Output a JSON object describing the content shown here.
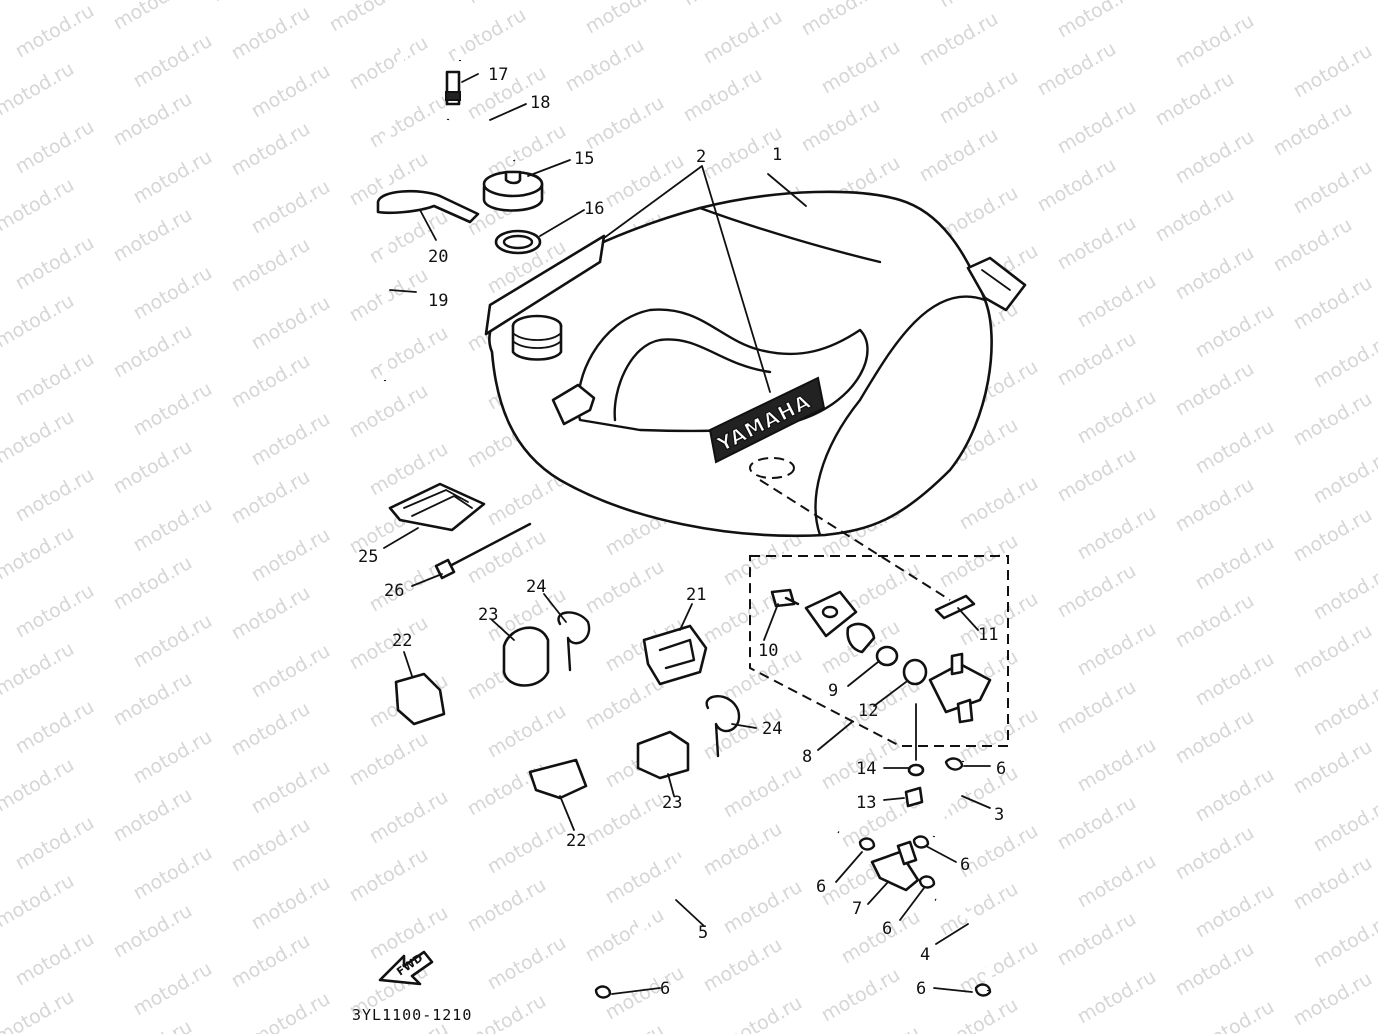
{
  "diagram": {
    "drawing_code": "3YL1100-1210",
    "watermark": "motod.ru",
    "brand_label": "YAMAHA",
    "fwd_label": "FWD",
    "callouts": [
      {
        "id": "c1",
        "label": "1"
      },
      {
        "id": "c2",
        "label": "2"
      },
      {
        "id": "c3",
        "label": "3"
      },
      {
        "id": "c4",
        "label": "4"
      },
      {
        "id": "c5",
        "label": "5"
      },
      {
        "id": "c6a",
        "label": "6"
      },
      {
        "id": "c6b",
        "label": "6"
      },
      {
        "id": "c6c",
        "label": "6"
      },
      {
        "id": "c6d",
        "label": "6"
      },
      {
        "id": "c6e",
        "label": "6"
      },
      {
        "id": "c6f",
        "label": "6"
      },
      {
        "id": "c7",
        "label": "7"
      },
      {
        "id": "c8",
        "label": "8"
      },
      {
        "id": "c9",
        "label": "9"
      },
      {
        "id": "c10",
        "label": "10"
      },
      {
        "id": "c11",
        "label": "11"
      },
      {
        "id": "c12",
        "label": "12"
      },
      {
        "id": "c13",
        "label": "13"
      },
      {
        "id": "c14",
        "label": "14"
      },
      {
        "id": "c15",
        "label": "15"
      },
      {
        "id": "c16",
        "label": "16"
      },
      {
        "id": "c17",
        "label": "17"
      },
      {
        "id": "c18",
        "label": "18"
      },
      {
        "id": "c19",
        "label": "19"
      },
      {
        "id": "c20",
        "label": "20"
      },
      {
        "id": "c21",
        "label": "21"
      },
      {
        "id": "c22a",
        "label": "22"
      },
      {
        "id": "c22b",
        "label": "22"
      },
      {
        "id": "c23a",
        "label": "23"
      },
      {
        "id": "c23b",
        "label": "23"
      },
      {
        "id": "c24a",
        "label": "24"
      },
      {
        "id": "c24b",
        "label": "24"
      },
      {
        "id": "c25",
        "label": "25"
      },
      {
        "id": "c26",
        "label": "26"
      }
    ]
  }
}
